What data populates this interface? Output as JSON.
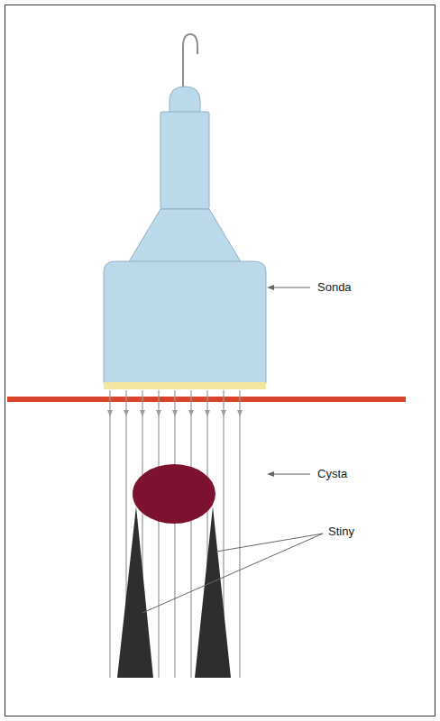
{
  "diagram": {
    "labels": [
      "Sonda",
      "Cysta",
      "Stiny"
    ]
  }
}
